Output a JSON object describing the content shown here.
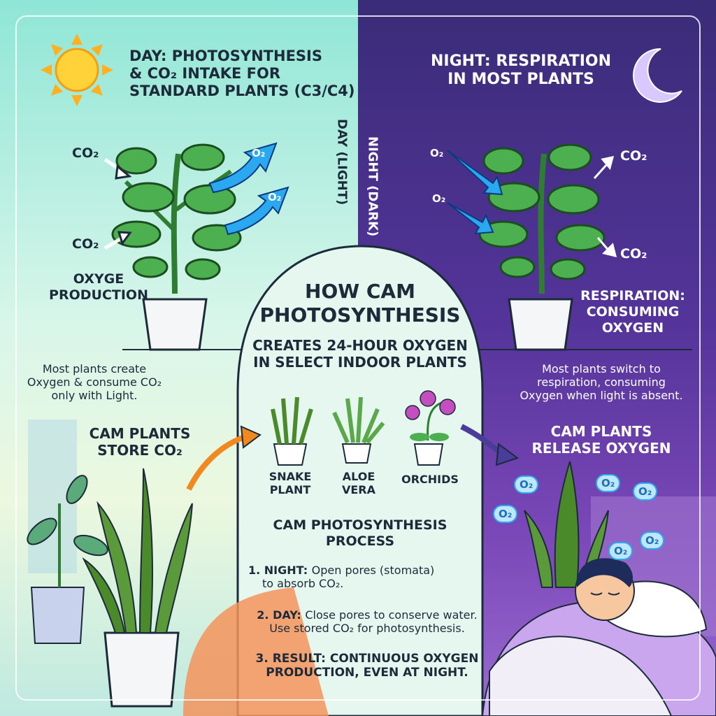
{
  "day": {
    "header_line1": "DAY: PHOTOSYNTHESIS",
    "header_line2": "& CO₂ INTAKE FOR",
    "header_line3": "STANDARD PLANTS (C3/C4)",
    "vertical_label": "DAY (LIGHT)",
    "co2_label_top": "CO₂",
    "co2_label_bottom": "CO₂",
    "o2_label_1": "O₂",
    "o2_label_2": "O₂",
    "production_line1": "OXYGE",
    "production_line2": "PRODUCTION",
    "note_line1": "Most plants create",
    "note_line2": "Oxygen & consume CO₂",
    "note_line3": "only with Light.",
    "cam_store_line1": "CAM PLANTS",
    "cam_store_line2": "STORE CO₂"
  },
  "night": {
    "header_line1": "NIGHT: RESPIRATION",
    "header_line2": "IN MOST PLANTS",
    "vertical_label": "NIGHT (DARK)",
    "o2_label_1": "O₂",
    "o2_label_2": "O₂",
    "co2_label_top": "CO₂",
    "co2_label_bottom": "CO₂",
    "respiration_line1": "RESPIRATION:",
    "respiration_line2": "CONSUMING",
    "respiration_line3": "OXYGEN",
    "note_line1": "Most plants switch to",
    "note_line2": "respiration, consuming",
    "note_line3": "Oxygen when light is absent.",
    "cam_release_line1": "CAM PLANTS",
    "cam_release_line2": "RELEASE OXYGEN",
    "o2_bubbles": [
      "O₂",
      "O₂",
      "O₂",
      "O₂",
      "O₂",
      "O₂"
    ]
  },
  "center": {
    "title_line1": "HOW CAM",
    "title_line2": "PHOTOSYNTHESIS",
    "subtitle_line1": "CREATES 24-HOUR OXYGEN",
    "subtitle_line2": "IN SELECT INDOOR PLANTS",
    "plants": [
      {
        "line1": "SNAKE",
        "line2": "PLANT"
      },
      {
        "line1": "ALOE",
        "line2": "VERA"
      },
      {
        "line1": "ORCHIDS",
        "line2": ""
      }
    ],
    "process_title_line1": "CAM PHOTOSYNTHESIS",
    "process_title_line2": "PROCESS",
    "steps": [
      {
        "lead": "1. NIGHT:",
        "text1": "Open pores (stomata)",
        "text2": "to absorb CO₂."
      },
      {
        "lead": "2. DAY:",
        "text1": "Close pores to conserve water.",
        "text2": "Use stored CO₂ for photosynthesis."
      },
      {
        "lead": "3. RESULT:",
        "text1": "CONTINUOUS OXYGEN",
        "text2": "PRODUCTION, EVEN AT NIGHT."
      }
    ]
  },
  "colors": {
    "leaf": "#4caf50",
    "leaf_dark": "#2e7d32",
    "o2_arrow": "#2aa8f0",
    "sun": "#ffc42a",
    "moon": "#d9c7ff",
    "snake": "#5a9a3a"
  },
  "icons": [
    "sun-icon",
    "moon-icon",
    "plant-icon",
    "o2-arrow-icon",
    "co2-arrow-icon",
    "orchid-icon",
    "sleeping-person-icon"
  ]
}
